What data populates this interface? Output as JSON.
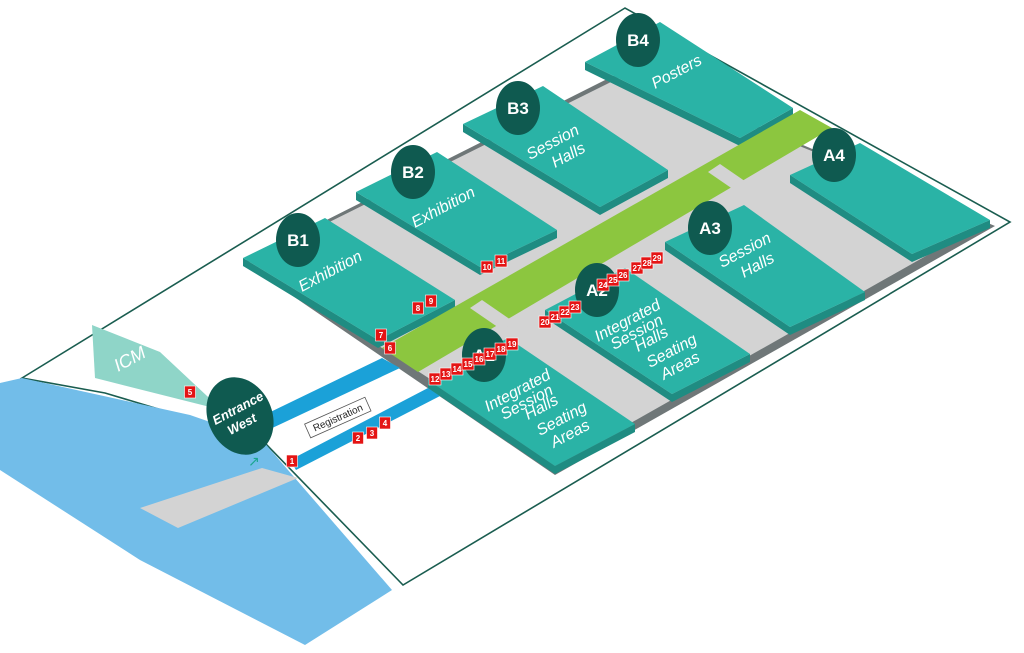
{
  "colors": {
    "hall": "#2ab3a6",
    "hall_side": "#1f8c82",
    "base": "#6f7778",
    "aisle": "#d3d3d3",
    "green_walk": "#8cc63f",
    "blue_walk": "#1ba1d8",
    "water": "#72bde9",
    "badge": "#0f5a50",
    "icm": "#8fd5c8",
    "outline": "#1a5d50",
    "marker": "#e41414"
  },
  "halls": {
    "b4": {
      "badge": "B4",
      "lines": [
        "Posters"
      ]
    },
    "b3": {
      "badge": "B3",
      "lines": [
        "Session",
        "Halls"
      ]
    },
    "b2": {
      "badge": "B2",
      "lines": [
        "Exhibition"
      ]
    },
    "b1": {
      "badge": "B1",
      "lines": [
        "Exhibition"
      ]
    },
    "a4": {
      "badge": "A4",
      "lines": []
    },
    "a3": {
      "badge": "A3",
      "lines": [
        "Session",
        "Halls"
      ]
    },
    "a2": {
      "badge": "A2",
      "lines": [
        "Integrated",
        "Session",
        "Halls",
        "Seating",
        "Areas"
      ]
    },
    "a1": {
      "badge": "A1",
      "lines": [
        "Integrated",
        "Session",
        "Halls",
        "Seating",
        "Areas"
      ]
    }
  },
  "icm_label": "ICM",
  "entrance": {
    "line1": "Entrance",
    "line2": "West"
  },
  "registration": "Registration",
  "markers": [
    "1",
    "2",
    "3",
    "4",
    "5",
    "6",
    "7",
    "8",
    "9",
    "10",
    "11",
    "12",
    "13",
    "14",
    "15",
    "16",
    "17",
    "18",
    "19",
    "20",
    "21",
    "22",
    "23",
    "24",
    "25",
    "26",
    "27",
    "28",
    "29"
  ]
}
